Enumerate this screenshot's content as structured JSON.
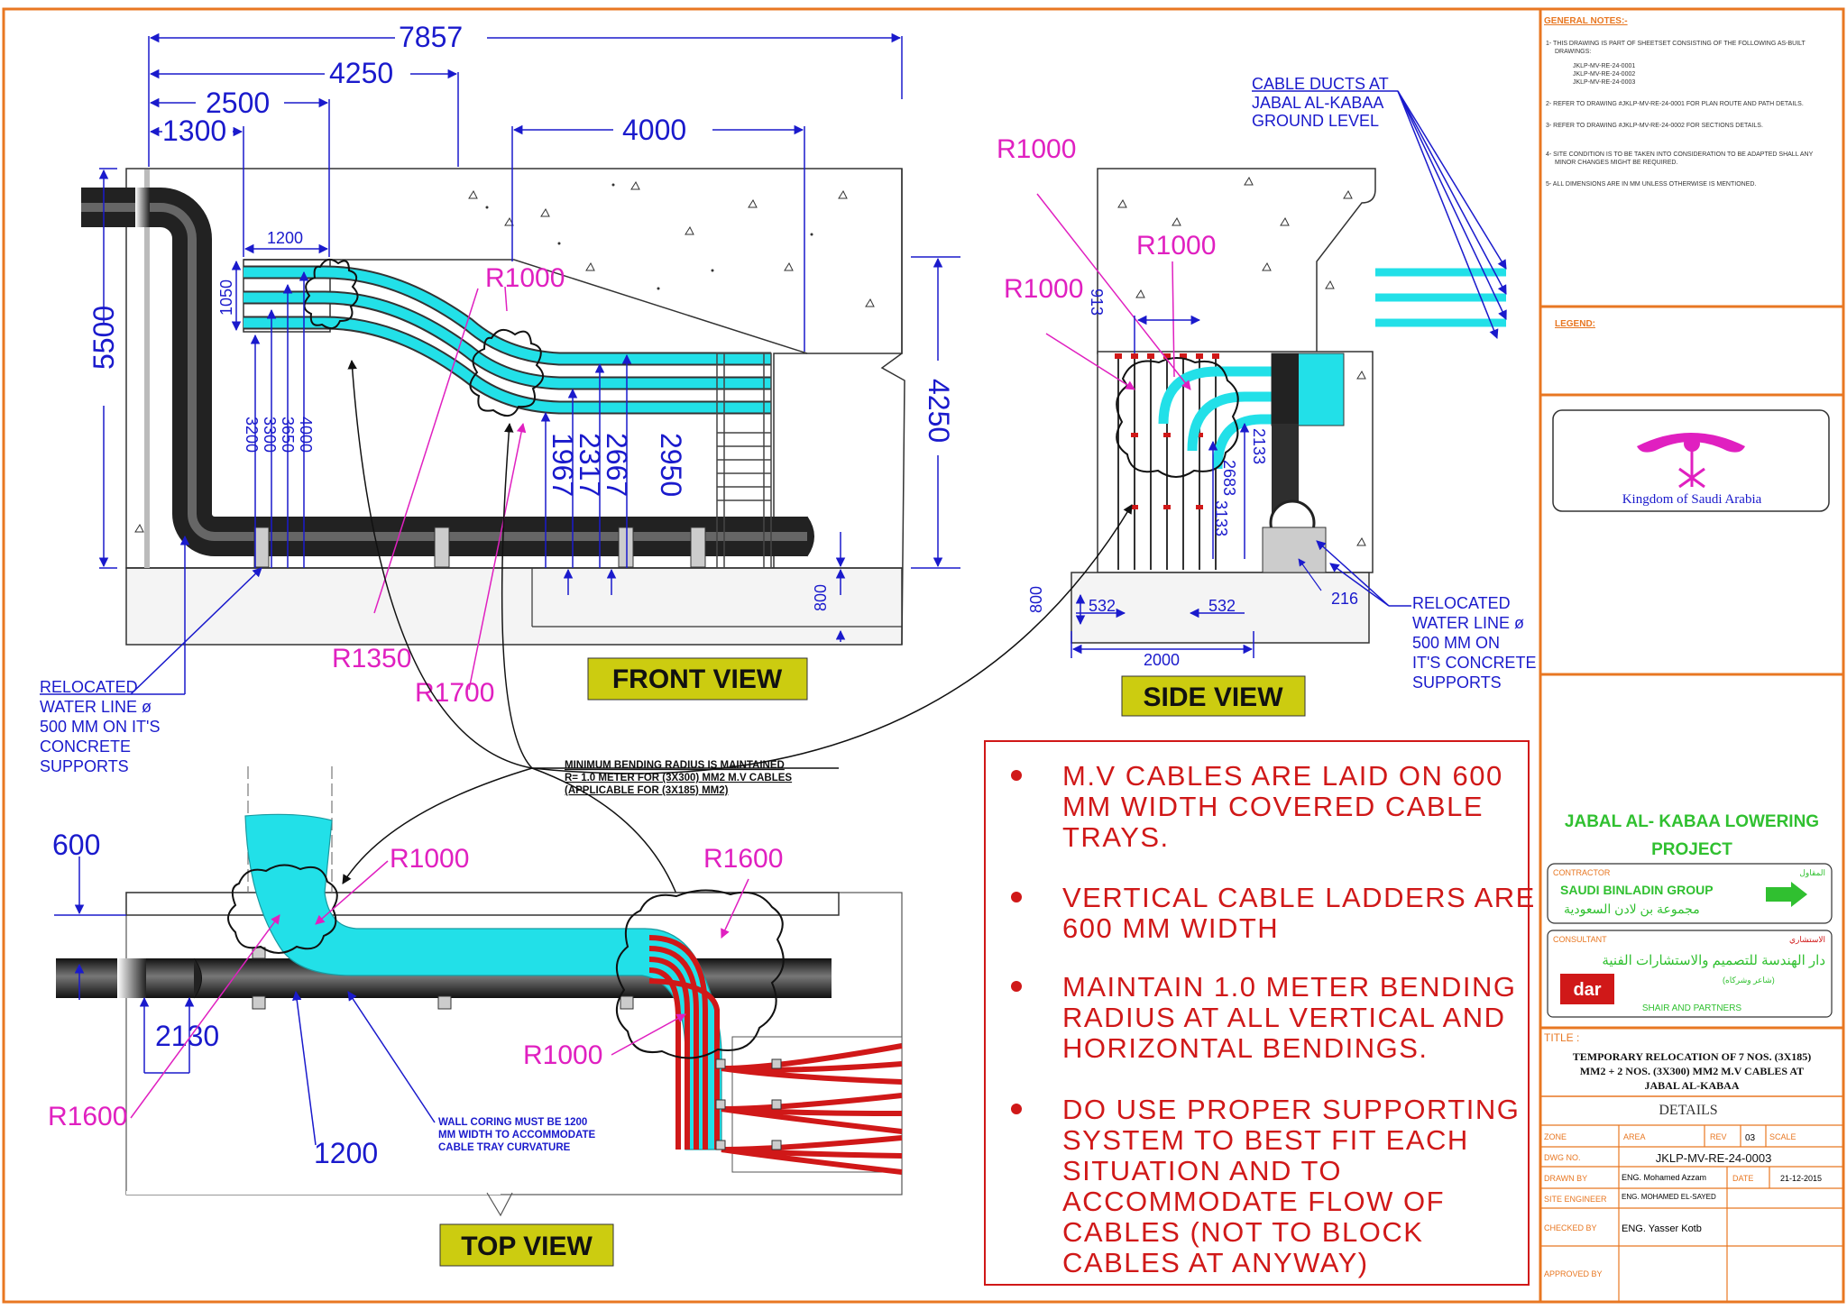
{
  "front_view": {
    "title": "FRONT VIEW",
    "dims_top": [
      "7857",
      "4250",
      "2500",
      "1300",
      "4000",
      "1200"
    ],
    "dims_side": [
      "5500",
      "1050",
      "4250",
      "800"
    ],
    "dims_heights": [
      "3200",
      "3300",
      "3650",
      "4000",
      "1967",
      "2317",
      "2667",
      "2950"
    ],
    "radii": [
      "R1000",
      "R1350",
      "R1700"
    ],
    "water_line_label": [
      "RELOCATED",
      "WATER LINE ø",
      "500 MM ON IT'S",
      "CONCRETE",
      "SUPPORTS"
    ]
  },
  "side_view": {
    "title": "SIDE VIEW",
    "radii": [
      "R1000",
      "R1000",
      "R1000"
    ],
    "dims": [
      "913",
      "2133",
      "2683",
      "3133",
      "532",
      "532",
      "2000",
      "800",
      "216"
    ],
    "duct_label": [
      "CABLE DUCTS AT",
      "JABAL AL-KABAA",
      "GROUND LEVEL"
    ],
    "water_line_label": [
      "RELOCATED",
      "WATER LINE ø",
      "500 MM ON",
      "IT'S CONCRETE",
      "SUPPORTS"
    ]
  },
  "top_view": {
    "title": "TOP VIEW",
    "dims": [
      "600",
      "2130",
      "1200"
    ],
    "radii": [
      "R1000",
      "R1600",
      "R1000",
      "R1600"
    ],
    "wall_coring_note": [
      "WALL CORING MUST BE 1200",
      "MM WIDTH TO ACCOMMODATE",
      "CABLE TRAY CURVATURE"
    ]
  },
  "bending_note": [
    "MINIMUM BENDING RADIUS IS MAINTAINED",
    "R= 1.0 METER FOR (3X300) MM2 M.V CABLES",
    "(APPLICABLE FOR (3X185) MM2)"
  ],
  "notes_box": [
    [
      "M.V CABLES ARE LAID ON 600",
      "MM WIDTH COVERED CABLE",
      "TRAYS."
    ],
    [
      "VERTICAL CABLE LADDERS ARE",
      "600 MM WIDTH"
    ],
    [
      "MAINTAIN 1.0 METER BENDING",
      "RADIUS AT ALL VERTICAL AND",
      "HORIZONTAL BENDINGS."
    ],
    [
      "DO USE PROPER SUPPORTING",
      "SYSTEM TO BEST FIT EACH",
      "SITUATION AND TO",
      "ACCOMMODATE FLOW OF",
      "CABLES (NOT TO BLOCK",
      "CABLES AT ANYWAY)"
    ]
  ],
  "title_block": {
    "general_notes_title": "GENERAL NOTES:-",
    "general_notes": [
      "1- THIS DRAWING IS PART OF SHEETSET CONSISTING OF THE FOLLOWING AS-BUILT",
      "DRAWINGS:",
      "JKLP-MV-RE-24-0001",
      "JKLP-MV-RE-24-0002",
      "JKLP-MV-RE-24-0003",
      "2- REFER TO DRAWING #JKLP-MV-RE-24-0001 FOR PLAN ROUTE AND PATH DETAILS.",
      "3- REFER TO DRAWING #JKLP-MV-RE-24-0002 FOR SECTIONS DETAILS.",
      "4- SITE CONDITION IS TO BE TAKEN INTO CONSIDERATION TO BE ADAPTED SHALL ANY",
      "MINOR CHANGES MIGHT BE REQUIRED.",
      "5- ALL DIMENSIONS ARE IN MM UNLESS OTHERWISE IS MENTIONED."
    ],
    "legend_title": "LEGEND:",
    "client": "Kingdom of Saudi Arabia",
    "project_lines": [
      "JABAL AL- KABAA LOWERING",
      "PROJECT"
    ],
    "contractor_label": "CONTRACTOR",
    "contractor_name": "SAUDI BINLADIN GROUP",
    "contractor_name_ar": "مجموعة بن لادن السعودية",
    "contractor_label_ar": "المقاول",
    "consultant_label": "CONSULTANT",
    "consultant_label_ar": "الاستشاري",
    "consultant_name_ar": "دار الهندسة للتصميم والاستشارات الفنية",
    "consultant_sub_ar": "(شاعر وشركاه)",
    "consultant_logo": "dar",
    "consultant_name": "SHAIR AND PARTNERS",
    "title_label": "TITLE :",
    "title_lines": [
      "TEMPORARY RELOCATION OF 7 NOS. (3X185)",
      "MM2 + 2 NOS. (3X300) MM2 M.V CABLES AT",
      "JABAL AL-KABAA"
    ],
    "details": "DETAILS",
    "zone_label": "ZONE",
    "area_label": "AREA",
    "rev_label": "REV",
    "rev_value": "03",
    "scale_label": "SCALE",
    "dwg_label": "DWG NO.",
    "dwg_value": "JKLP-MV-RE-24-0003",
    "drawn_label": "DRAWN BY",
    "drawn_value": "ENG. Mohamed Azzam",
    "date_label": "DATE",
    "date_value": "21-12-2015",
    "site_label": "SITE ENGINEER",
    "site_value": "ENG. MOHAMED EL-SAYED",
    "checked_label": "CHECKED BY",
    "checked_value": "ENG. Yasser Kotb",
    "approved_label": "APPROVED BY"
  },
  "colors": {
    "cable": "#22e0e8",
    "pipe": "#2e2e2e",
    "border": "#e87722",
    "dimension": "#1a1acc",
    "radius": "#e020c0",
    "note": "#d01818",
    "view_title_bg": "#cccc10"
  }
}
